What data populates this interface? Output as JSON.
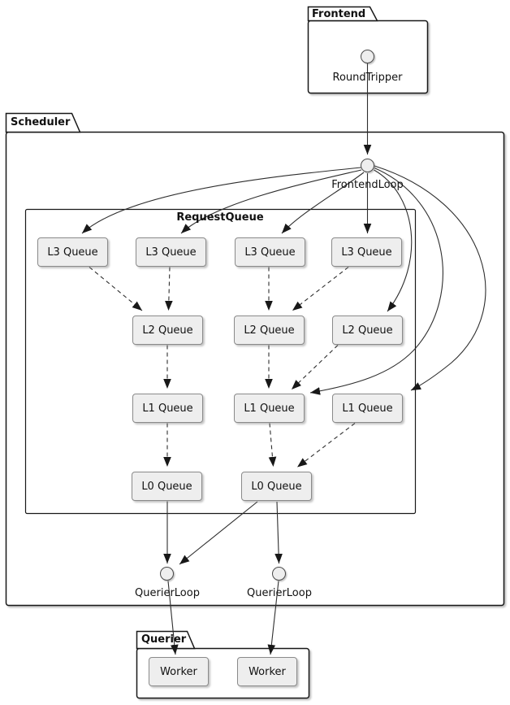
{
  "packages": {
    "frontend": {
      "label": "Frontend"
    },
    "scheduler": {
      "label": "Scheduler"
    },
    "querier": {
      "label": "Querier"
    }
  },
  "containers": {
    "request_queue": {
      "label": "RequestQueue"
    }
  },
  "nodes": {
    "round_tripper": {
      "label": "RoundTripper",
      "icon": "interface-circle"
    },
    "frontend_loop": {
      "label": "FrontendLoop",
      "icon": "interface-circle"
    },
    "querier_loop_1": {
      "label": "QuerierLoop",
      "icon": "interface-circle"
    },
    "querier_loop_2": {
      "label": "QuerierLoop",
      "icon": "interface-circle"
    },
    "l3_queues": [
      "L3 Queue",
      "L3 Queue",
      "L3 Queue",
      "L3 Queue"
    ],
    "l2_queues": [
      "L2 Queue",
      "L2 Queue",
      "L2 Queue"
    ],
    "l1_queues": [
      "L1 Queue",
      "L1 Queue",
      "L1 Queue"
    ],
    "l0_queues": [
      "L0 Queue",
      "L0 Queue"
    ],
    "workers": [
      "Worker",
      "Worker"
    ]
  },
  "edges": [
    {
      "from": "RoundTripper",
      "to": "FrontendLoop",
      "style": "solid"
    },
    {
      "from": "FrontendLoop",
      "to": "L3 Queue 1",
      "style": "solid"
    },
    {
      "from": "FrontendLoop",
      "to": "L3 Queue 2",
      "style": "solid"
    },
    {
      "from": "FrontendLoop",
      "to": "L3 Queue 3",
      "style": "solid"
    },
    {
      "from": "FrontendLoop",
      "to": "L3 Queue 4",
      "style": "solid"
    },
    {
      "from": "FrontendLoop",
      "to": "L2 Queue 3",
      "style": "solid"
    },
    {
      "from": "FrontendLoop",
      "to": "L1 Queue 2",
      "style": "solid"
    },
    {
      "from": "FrontendLoop",
      "to": "L1 Queue 3",
      "style": "solid"
    },
    {
      "from": "L3 Queue 1",
      "to": "L2 Queue 1",
      "style": "dashed"
    },
    {
      "from": "L3 Queue 2",
      "to": "L2 Queue 1",
      "style": "dashed"
    },
    {
      "from": "L3 Queue 3",
      "to": "L2 Queue 2",
      "style": "dashed"
    },
    {
      "from": "L3 Queue 4",
      "to": "L2 Queue 2",
      "style": "dashed"
    },
    {
      "from": "L2 Queue 1",
      "to": "L1 Queue 1",
      "style": "dashed"
    },
    {
      "from": "L2 Queue 2",
      "to": "L1 Queue 2",
      "style": "dashed"
    },
    {
      "from": "L2 Queue 3",
      "to": "L1 Queue 2",
      "style": "dashed"
    },
    {
      "from": "L1 Queue 1",
      "to": "L0 Queue 1",
      "style": "dashed"
    },
    {
      "from": "L1 Queue 2",
      "to": "L0 Queue 2",
      "style": "dashed"
    },
    {
      "from": "L1 Queue 3",
      "to": "L0 Queue 2",
      "style": "dashed"
    },
    {
      "from": "L0 Queue 1",
      "to": "QuerierLoop 1",
      "style": "solid"
    },
    {
      "from": "L0 Queue 2",
      "to": "QuerierLoop 1",
      "style": "solid"
    },
    {
      "from": "L0 Queue 2",
      "to": "QuerierLoop 2",
      "style": "solid"
    },
    {
      "from": "QuerierLoop 1",
      "to": "Worker 1",
      "style": "solid"
    },
    {
      "from": "QuerierLoop 2",
      "to": "Worker 2",
      "style": "solid"
    }
  ],
  "colors": {
    "node_fill": "#eeeeee",
    "node_border": "#8a8a8a",
    "package_border": "#181818",
    "arrow": "#2e2e2e",
    "text": "#111111",
    "background": "#ffffff"
  }
}
